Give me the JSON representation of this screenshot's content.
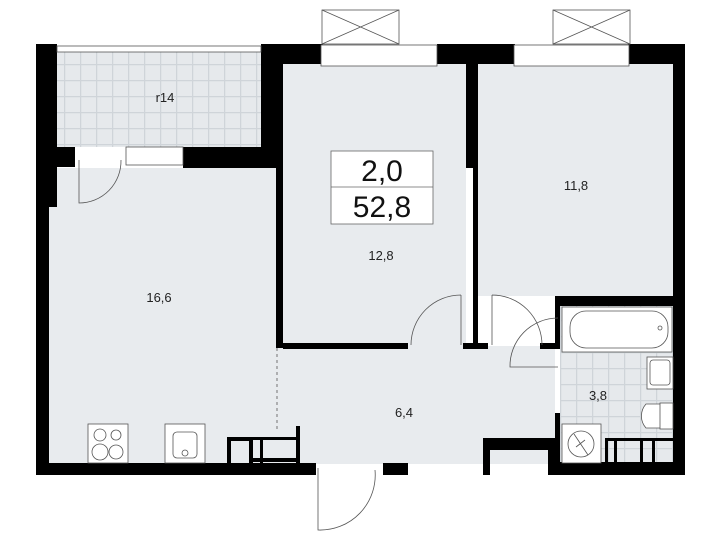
{
  "plan": {
    "summary": {
      "rooms": "2,0",
      "total_area": "52,8"
    },
    "rooms": [
      {
        "id": "balcony",
        "label": "r14"
      },
      {
        "id": "kitchen-living",
        "label": "16,6"
      },
      {
        "id": "bedroom-1",
        "label": "12,8"
      },
      {
        "id": "bedroom-2",
        "label": "11,8"
      },
      {
        "id": "hallway",
        "label": "6,4"
      },
      {
        "id": "bathroom",
        "label": "3,8"
      }
    ],
    "colors": {
      "wall": "#000000",
      "floor": "#e8ebee",
      "tile_floor": "#dfe3e7",
      "background": "#ffffff",
      "line": "#555555"
    }
  }
}
